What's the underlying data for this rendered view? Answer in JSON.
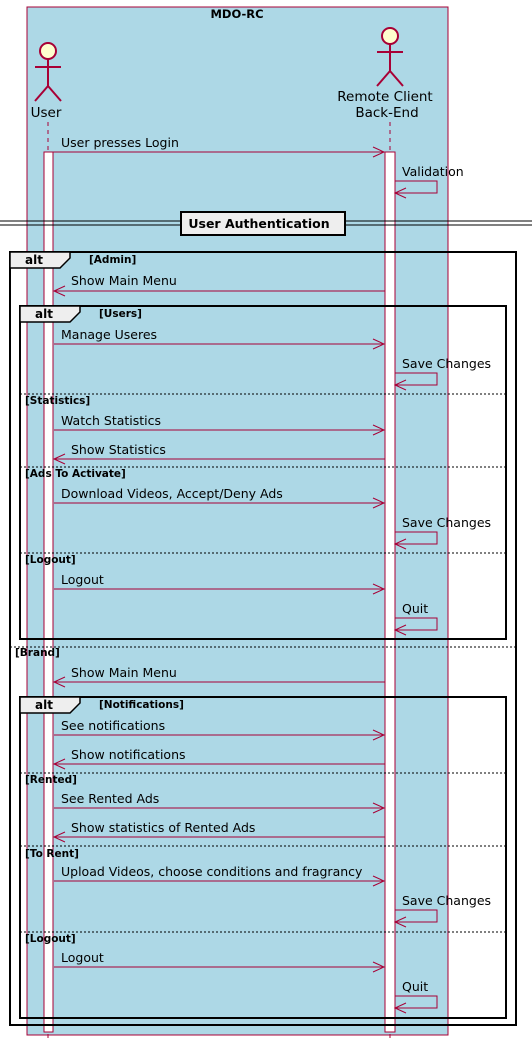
{
  "colors": {
    "box_fill": "#ADD8E6",
    "box_stroke": "#A80036",
    "arrow": "#A80036",
    "actor_fill": "#FEFECE",
    "frame_stroke": "#000000",
    "tab_fill": "#EEEEEE"
  },
  "box": {
    "title": "MDO-RC"
  },
  "participants": [
    {
      "id": "user",
      "label_lines": [
        "User"
      ],
      "icon": "actor-stick-figure-icon"
    },
    {
      "id": "backend",
      "label_lines": [
        "Remote Client",
        "Back-End"
      ],
      "icon": "actor-stick-figure-icon"
    }
  ],
  "divider": {
    "label": "User Authentication"
  },
  "messages_top": [
    {
      "from": "user",
      "to": "backend",
      "text": "User presses Login"
    },
    {
      "from": "backend",
      "to": "backend",
      "text": "Validation"
    }
  ],
  "frames": {
    "outer": {
      "keyword": "alt",
      "sections": [
        {
          "guard": "[Admin]",
          "messages": [
            {
              "from": "backend",
              "to": "user",
              "text": "Show Main Menu"
            }
          ]
        },
        {
          "guard": "[Brand]",
          "messages": [
            {
              "from": "backend",
              "to": "user",
              "text": "Show Main Menu"
            }
          ]
        }
      ]
    },
    "admin_alt": {
      "keyword": "alt",
      "sections": [
        {
          "guard": "[Users]",
          "messages": [
            {
              "from": "user",
              "to": "backend",
              "text": "Manage Useres"
            },
            {
              "from": "backend",
              "to": "backend",
              "text": "Save Changes"
            }
          ]
        },
        {
          "guard": "[Statistics]",
          "messages": [
            {
              "from": "user",
              "to": "backend",
              "text": "Watch Statistics"
            },
            {
              "from": "backend",
              "to": "user",
              "text": "Show Statistics"
            }
          ]
        },
        {
          "guard": "[Ads To Activate]",
          "messages": [
            {
              "from": "user",
              "to": "backend",
              "text": "Download Videos, Accept/Deny Ads"
            },
            {
              "from": "backend",
              "to": "backend",
              "text": "Save Changes"
            }
          ]
        },
        {
          "guard": "[Logout]",
          "messages": [
            {
              "from": "user",
              "to": "backend",
              "text": "Logout"
            },
            {
              "from": "backend",
              "to": "backend",
              "text": "Quit"
            }
          ]
        }
      ]
    },
    "brand_alt": {
      "keyword": "alt",
      "sections": [
        {
          "guard": "[Notifications]",
          "messages": [
            {
              "from": "user",
              "to": "backend",
              "text": "See notifications"
            },
            {
              "from": "backend",
              "to": "user",
              "text": "Show notifications"
            }
          ]
        },
        {
          "guard": "[Rented]",
          "messages": [
            {
              "from": "user",
              "to": "backend",
              "text": "See Rented Ads"
            },
            {
              "from": "backend",
              "to": "user",
              "text": "Show statistics of Rented Ads"
            }
          ]
        },
        {
          "guard": "[To Rent]",
          "messages": [
            {
              "from": "user",
              "to": "backend",
              "text": "Upload Videos, choose conditions and fragrancy"
            },
            {
              "from": "backend",
              "to": "backend",
              "text": "Save Changes"
            }
          ]
        },
        {
          "guard": "[Logout]",
          "messages": [
            {
              "from": "user",
              "to": "backend",
              "text": "Logout"
            },
            {
              "from": "backend",
              "to": "backend",
              "text": "Quit"
            }
          ]
        }
      ]
    }
  }
}
